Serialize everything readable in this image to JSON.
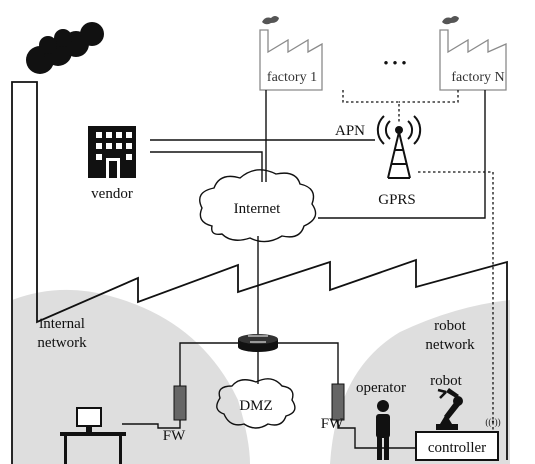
{
  "labels": {
    "factory_1": "factory 1",
    "factory_n": "factory N",
    "ellipsis": "• • •",
    "apn": "APN",
    "vendor": "vendor",
    "internet": "Internet",
    "gprs": "GPRS",
    "internal_network_1": "internal",
    "internal_network_2": "network",
    "robot_network_1": "robot",
    "robot_network_2": "network",
    "dmz": "DMZ",
    "fw_left": "FW",
    "fw_right": "FW",
    "operator": "operator",
    "robot": "robot",
    "controller": "controller",
    "wireless_symbol": "((•))"
  },
  "colors": {
    "network_zone": "#dedede",
    "firewall": "#666666",
    "ink": "#111111",
    "factory_outline": "#8a8a8a"
  }
}
